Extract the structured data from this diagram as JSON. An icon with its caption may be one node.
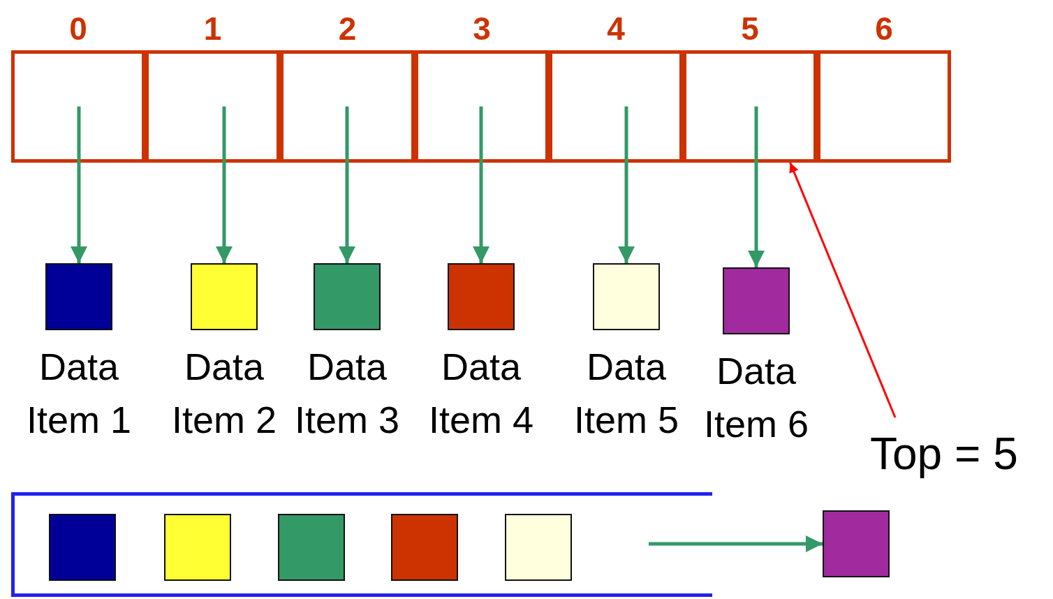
{
  "diagram": {
    "nodes": [
      {
        "text": [
          "0"
        ]
      },
      {
        "text": [
          "1"
        ]
      },
      {
        "text": [
          "2"
        ]
      },
      {
        "text": [
          "3"
        ]
      },
      {
        "text": [
          "4"
        ]
      },
      {
        "text": [
          "5"
        ]
      },
      {
        "text": [
          "6"
        ]
      },
      {
        "text": [
          "Data Item 1"
        ]
      },
      {
        "text": [
          "Data Item 2"
        ]
      },
      {
        "text": [
          "Data Item 3"
        ]
      },
      {
        "text": [
          "Data Item 4"
        ]
      },
      {
        "text": [
          "Data Item 5"
        ]
      },
      {
        "text": [
          "Data Item 6"
        ]
      },
      {
        "text": [
          "Top = 5"
        ]
      },
      {
        "text": [],
        "shape": "box"
      },
      {
        "text": [],
        "shape": "box",
        "in": 14
      },
      {
        "text": [],
        "shape": "box",
        "in": 14
      },
      {
        "text": [],
        "shape": "box",
        "in": 14
      },
      {
        "text": [],
        "shape": "box",
        "in": 14
      },
      {
        "text": [],
        "shape": "box",
        "in": 14
      },
      {
        "text": [],
        "shape": "box"
      }
    ],
    "edges": [
      {
        "from": 0,
        "to": 7,
        "arrow": "to"
      },
      {
        "from": 1,
        "to": 8,
        "arrow": "to"
      },
      {
        "from": 2,
        "to": 9,
        "arrow": "to"
      },
      {
        "from": 3,
        "to": 10,
        "arrow": "to"
      },
      {
        "from": 4,
        "to": 11,
        "arrow": "to"
      },
      {
        "from": 5,
        "to": 12,
        "arrow": "to"
      },
      {
        "from": 13,
        "to": 5,
        "arrow": "to",
        "color": "#ff0000"
      },
      {
        "from": null,
        "to": 20,
        "arrow": "to"
      }
    ]
  }
}
